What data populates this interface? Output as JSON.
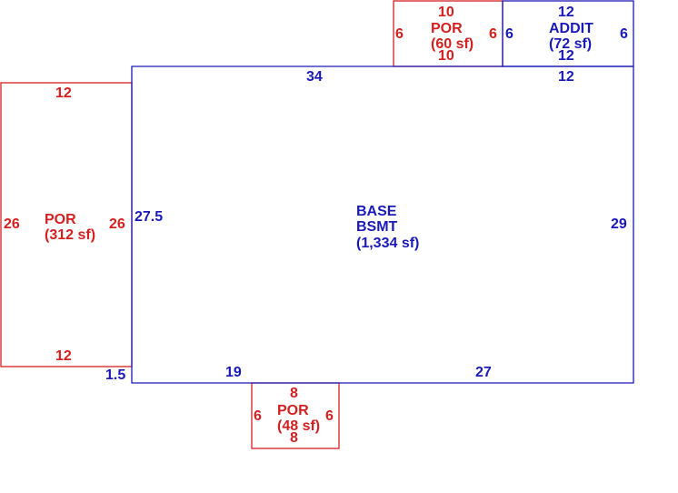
{
  "colors": {
    "base": "#1a1ab8",
    "porch": "#d42020",
    "background": "#ffffff"
  },
  "areas": {
    "base": {
      "name_line1": "BASE",
      "name_line2": "BSMT",
      "area": "(1,334 sf)",
      "dims": {
        "top": "34",
        "top_right": "12",
        "left": "27.5",
        "right": "29",
        "bottom_left": "19",
        "bottom_right": "27",
        "offset": "1.5"
      }
    },
    "porch_left": {
      "name": "POR",
      "area": "(312 sf)",
      "dims": {
        "top": "12",
        "bottom": "12",
        "left": "26",
        "right": "26"
      }
    },
    "porch_top": {
      "name": "POR",
      "area": "(60 sf)",
      "dims": {
        "top": "10",
        "bottom": "10",
        "left": "6",
        "right": "6"
      }
    },
    "addition": {
      "name": "ADDIT",
      "area": "(72 sf)",
      "dims": {
        "top": "12",
        "bottom": "12",
        "left": "6",
        "right": "6"
      }
    },
    "porch_bottom": {
      "name": "POR",
      "area": "(48 sf)",
      "dims": {
        "top": "8",
        "bottom": "8",
        "left": "6",
        "right": "6"
      }
    }
  }
}
